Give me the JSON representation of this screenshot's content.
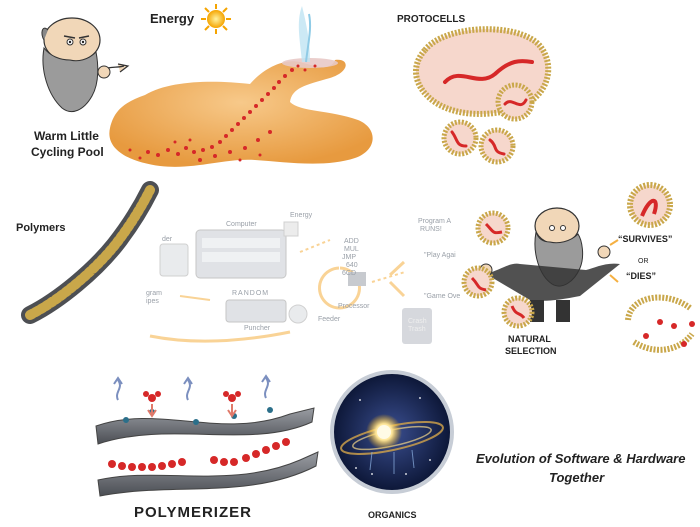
{
  "labels": {
    "energy": "Energy",
    "protocells": "PROTOCELLS",
    "pool_line1": "Warm Little",
    "pool_line2": "Cycling Pool",
    "polymers": "Polymers",
    "natural_selection_line1": "NATURAL",
    "natural_selection_line2": "SELECTION",
    "survives": "“SURVIVES”",
    "or": "OR",
    "dies": "“DIES”",
    "polymerizer": "POLYMERIZER",
    "organics": "ORGANICS",
    "evolution_line1": "Evolution of Software & Hardware",
    "evolution_line2": "Together"
  },
  "computer_diagram": {
    "computer": "Computer",
    "energy": "Energy",
    "feeder_left": "der",
    "instructions": [
      "ADD",
      "MUL",
      "JMP",
      "640",
      "6CD"
    ],
    "processor": "Processor",
    "program_runs_line1": "Program A",
    "program_runs_line2": "RUNS!",
    "play_again": "\"Play Agai",
    "game_over": "\"Game Ove",
    "crash_line1": "Crash",
    "crash_line2": "Trash",
    "random": "RANDOM",
    "program_line1": "gram",
    "program_line2": "ipes",
    "puncher": "Puncher",
    "feeder": "Feeder"
  },
  "colors": {
    "pool": "#f0b35f",
    "dots": "#d62828",
    "membrane": "#c9a74a",
    "protocell_interior": "#f6d7cc",
    "slab": "#6a6d73",
    "cosmos": "#1a2a5a"
  }
}
